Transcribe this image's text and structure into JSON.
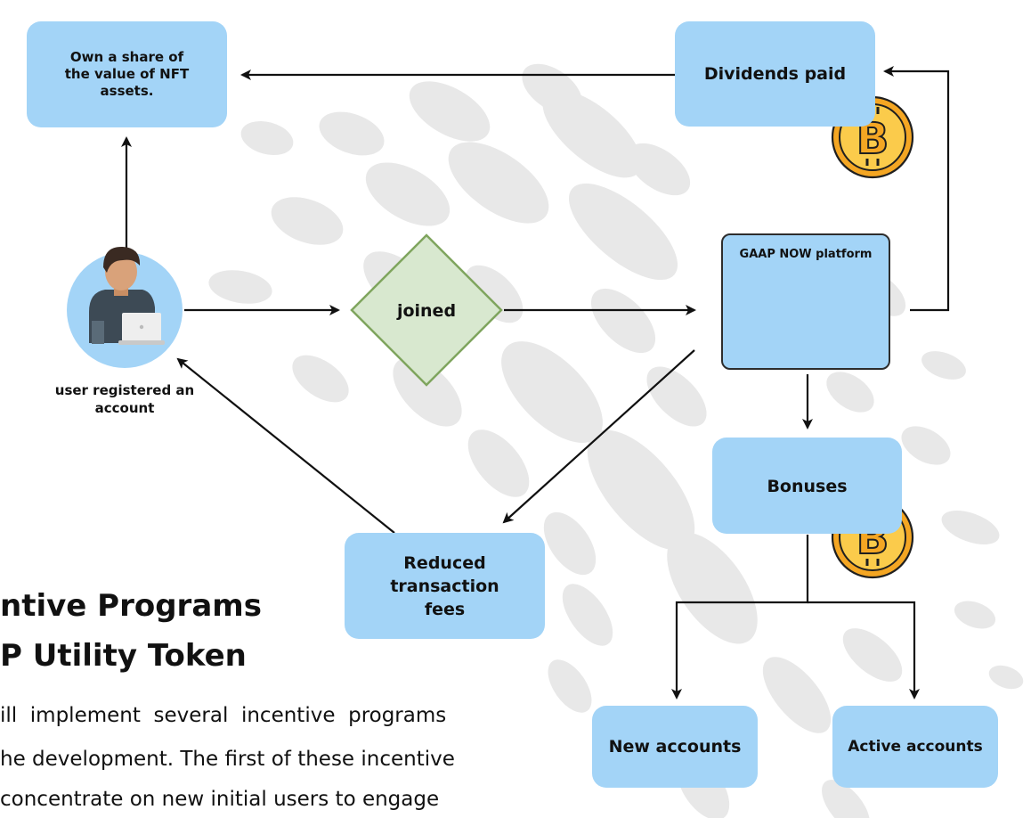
{
  "nodes": {
    "own_share": "Own a share of the value of NFT assets.",
    "dividends": "Dividends paid",
    "user": "user registered an account",
    "joined": "joined",
    "platform": "GAAP NOW platform",
    "bonuses": "Bonuses",
    "reduced_fees": "Reduced transaction fees",
    "new_accounts": "New accounts",
    "active_accounts": "Active accounts"
  },
  "heading": {
    "line1": "ntive Programs",
    "line2": "P Utility Token"
  },
  "body": {
    "line1": "ill  implement  several  incentive  programs",
    "line2": "he development. The first of these incentive",
    "line3": "concentrate on new initial users to engage"
  },
  "colors": {
    "box": "#a3d4f7",
    "diamond_fill": "#d8e8cf",
    "diamond_stroke": "#7fa55e",
    "coin": "#f4a623",
    "ellipse": "#e8e8e8"
  }
}
